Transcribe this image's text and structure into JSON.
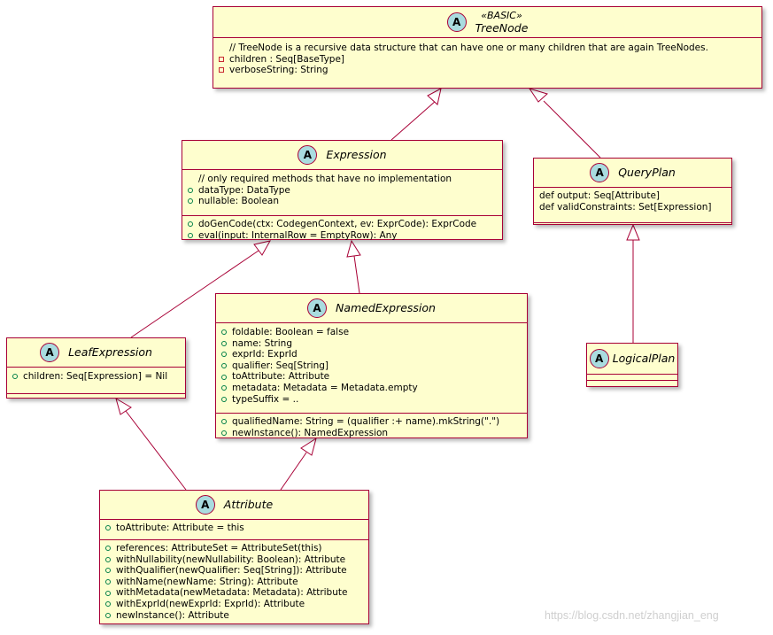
{
  "classes": {
    "treenode": {
      "name": "TreeNode",
      "stereotype": "«BASIC»",
      "badge": "A",
      "comment": "// TreeNode is a recursive data structure that can have one or many children that are again TreeNodes.",
      "fields": [
        "children : Seq[BaseType]",
        "verboseString: String"
      ]
    },
    "expression": {
      "name": "Expression",
      "badge": "A",
      "comment": "// only required methods that have no implementation",
      "fields": [
        "dataType: DataType",
        "nullable: Boolean"
      ],
      "methods": [
        "doGenCode(ctx: CodegenContext, ev: ExprCode): ExprCode",
        "eval(input: InternalRow = EmptyRow): Any"
      ]
    },
    "queryplan": {
      "name": "QueryPlan",
      "badge": "A",
      "fields": [
        "def output: Seq[Attribute]",
        "def validConstraints: Set[Expression]"
      ]
    },
    "leafexpression": {
      "name": "LeafExpression",
      "badge": "A",
      "fields": [
        "children: Seq[Expression] = Nil"
      ]
    },
    "namedexpression": {
      "name": "NamedExpression",
      "badge": "A",
      "fields": [
        "foldable: Boolean = false",
        "name: String",
        "exprId: ExprId",
        "qualifier: Seq[String]",
        "toAttribute: Attribute",
        "metadata: Metadata = Metadata.empty",
        "typeSuffix = .."
      ],
      "methods": [
        "qualifiedName: String = (qualifier :+ name).mkString(\".\")",
        "newInstance(): NamedExpression"
      ]
    },
    "logicalplan": {
      "name": "LogicalPlan",
      "badge": "A"
    },
    "attribute": {
      "name": "Attribute",
      "badge": "A",
      "fields": [
        "toAttribute: Attribute = this"
      ],
      "methods": [
        "references: AttributeSet = AttributeSet(this)",
        "withNullability(newNullability: Boolean): Attribute",
        "withQualifier(newQualifier: Seq[String]): Attribute",
        "withName(newName: String): Attribute",
        "withMetadata(newMetadata: Metadata): Attribute",
        "withExprId(newExprId: ExprId): Attribute",
        "newInstance(): Attribute"
      ]
    }
  },
  "colors": {
    "border": "#A80036",
    "fill": "#FEFECE",
    "badge": "#A9DCDF",
    "public": "#038048",
    "private": "#C82930"
  },
  "watermark": "https://blog.csdn.net/zhangjian_eng"
}
